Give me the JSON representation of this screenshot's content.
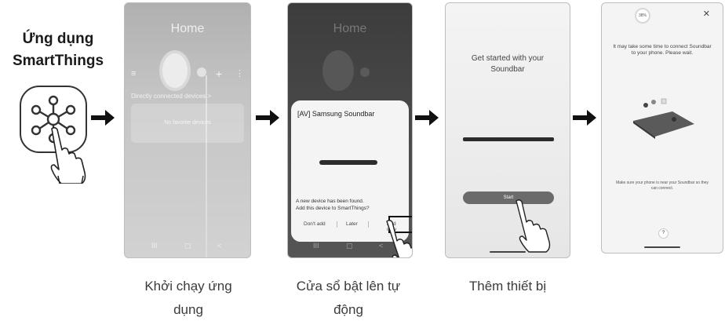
{
  "app": {
    "title_line1": "Ứng dụng",
    "title_line2": "SmartThings",
    "icon_name": "smartthings-app-icon"
  },
  "screen1": {
    "title": "Home",
    "section_label": "Directly connected devices  >",
    "empty_text": "No favorite devices",
    "menu_icon": "≡",
    "add_icon": "+",
    "more_icon": "⋮",
    "nav_recent": "III",
    "nav_home": "▢",
    "nav_back": "<"
  },
  "screen2": {
    "title": "Home",
    "popup_title": "[AV] Samsung Soundbar",
    "popup_message_line1": "A new device has been found.",
    "popup_message_line2": "Add this device to SmartThings?",
    "btn_dont_add": "Don't add",
    "btn_later": "Later",
    "btn_add_now": "Add now",
    "nav_recent": "III",
    "nav_home": "▢",
    "nav_back": "<"
  },
  "screen3": {
    "title_line1": "Get started with your",
    "title_line2": "Soundbar",
    "start_label": "Start"
  },
  "screen4": {
    "progress": "38%",
    "close": "✕",
    "wait_line1": "It may take some time to connect Soundbar",
    "wait_line2": "to your phone. Please wait.",
    "near_line1": "Make sure your phone is near your Soundbar so they",
    "near_line2": "can connect.",
    "help": "?"
  },
  "captions": {
    "step1_line1": "Khởi chạy ứng",
    "step1_line2": "dụng",
    "step2_line1": "Cửa sổ bật lên tự",
    "step2_line2": "động",
    "step3": "Thêm thiết bị"
  },
  "colors": {
    "arrow": "#111111",
    "highlight_box": "#111111",
    "start_button": "#6b6b6b"
  }
}
